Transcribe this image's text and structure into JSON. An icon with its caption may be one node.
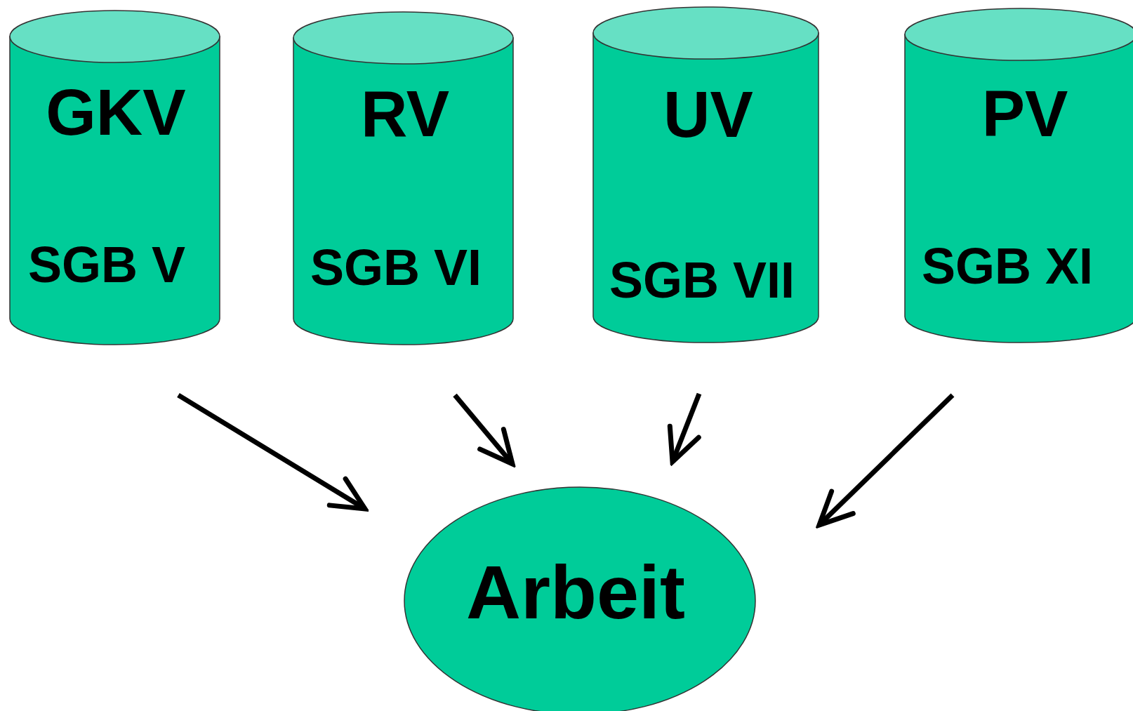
{
  "diagram": {
    "nodes": [
      {
        "text": [
          "GKV",
          "SGB V"
        ]
      },
      {
        "text": [
          "RV",
          "SGB VI"
        ]
      },
      {
        "text": [
          "UV",
          "SGB VII"
        ]
      },
      {
        "text": [
          "PV",
          "SGB XI"
        ]
      },
      {
        "text": [
          "Arbeit"
        ]
      }
    ],
    "edges": [
      {
        "from": 0,
        "to": 4,
        "arrow": "to"
      },
      {
        "from": 1,
        "to": 4,
        "arrow": "to"
      },
      {
        "from": 2,
        "to": 4,
        "arrow": "to"
      },
      {
        "from": 3,
        "to": 4,
        "arrow": "to"
      }
    ]
  }
}
